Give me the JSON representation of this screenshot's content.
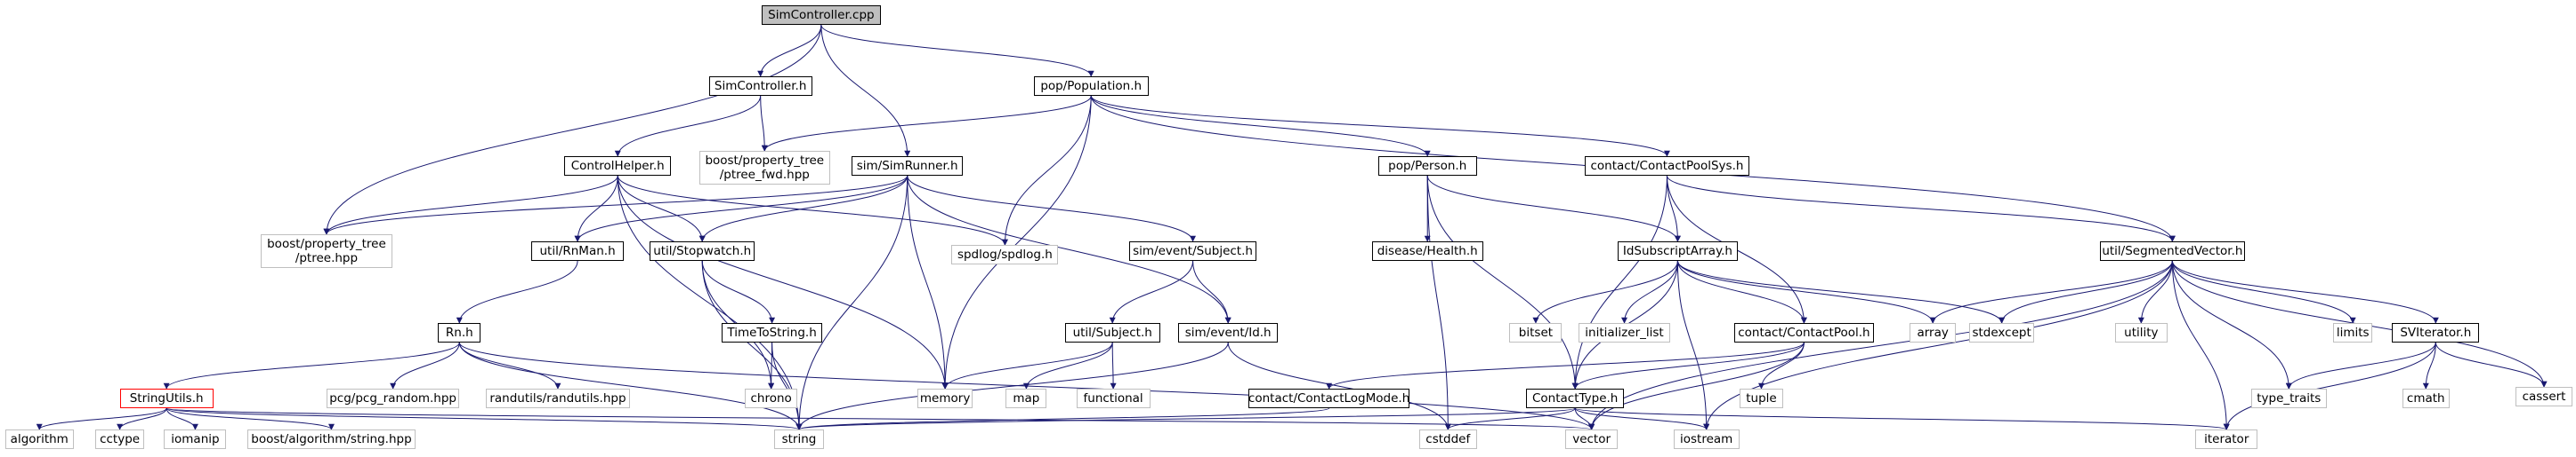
{
  "colors": {
    "edge": "#191970",
    "root_fill": "#bfbfbf",
    "header_border": "#000000",
    "external_border": "#bfbfbf",
    "warning_border": "#ff0000"
  },
  "nodes": {
    "simcontroller_cpp": "SimController.cpp",
    "simcontroller_h": "SimController.h",
    "pop_population_h": "pop/Population.h",
    "boost_ptree_fwd": [
      "boost/property_tree",
      "/ptree_fwd.hpp"
    ],
    "controlhelper_h": "ControlHelper.h",
    "sim_simrunner_h": "sim/SimRunner.h",
    "pop_person_h": "pop/Person.h",
    "contact_contactpoolsys_h": "contact/ContactPoolSys.h",
    "boost_ptree": [
      "boost/property_tree",
      "/ptree.hpp"
    ],
    "util_rnman_h": "util/RnMan.h",
    "util_stopwatch_h": "util/Stopwatch.h",
    "spdlog": "spdlog/spdlog.h",
    "sim_event_subject_h": "sim/event/Subject.h",
    "disease_health_h": "disease/Health.h",
    "idsubscriptarray_h": "IdSubscriptArray.h",
    "util_segmentedvector_h": "util/SegmentedVector.h",
    "rn_h": "Rn.h",
    "timetostring_h": "TimeToString.h",
    "util_subject_h": "util/Subject.h",
    "sim_event_id_h": "sim/event/Id.h",
    "bitset": "bitset",
    "initializer_list": "initializer_list",
    "contact_contactpool_h": "contact/ContactPool.h",
    "array": "array",
    "stdexcept": "stdexcept",
    "utility": "utility",
    "limits": "limits",
    "sviterator_h": "SVIterator.h",
    "cassert": "cassert",
    "stringutils_h": "StringUtils.h",
    "pcg_random": "pcg/pcg_random.hpp",
    "randutils": "randutils/randutils.hpp",
    "chrono": "chrono",
    "memory": "memory",
    "map": "map",
    "functional": "functional",
    "contact_contactlogmode_h": "contact/ContactLogMode.h",
    "tuple": "tuple",
    "contacttype_h": "ContactType.h",
    "type_traits": "type_traits",
    "cmath": "cmath",
    "algorithm": "algorithm",
    "cctype": "cctype",
    "iomanip": "iomanip",
    "boost_algorithm_string": "boost/algorithm/string.hpp",
    "string": "string",
    "cstddef": "cstddef",
    "vector": "vector",
    "iostream": "iostream",
    "iterator": "iterator"
  },
  "edges": [
    [
      "simcontroller_cpp",
      "simcontroller_h"
    ],
    [
      "simcontroller_cpp",
      "pop_population_h"
    ],
    [
      "simcontroller_cpp",
      "sim_simrunner_h"
    ],
    [
      "simcontroller_cpp",
      "boost_ptree"
    ],
    [
      "simcontroller_h",
      "controlhelper_h"
    ],
    [
      "simcontroller_h",
      "boost_ptree_fwd"
    ],
    [
      "controlhelper_h",
      "boost_ptree"
    ],
    [
      "controlhelper_h",
      "util_rnman_h"
    ],
    [
      "controlhelper_h",
      "util_stopwatch_h"
    ],
    [
      "controlhelper_h",
      "spdlog"
    ],
    [
      "controlhelper_h",
      "memory"
    ],
    [
      "controlhelper_h",
      "string"
    ],
    [
      "pop_population_h",
      "boost_ptree_fwd"
    ],
    [
      "pop_population_h",
      "spdlog"
    ],
    [
      "pop_population_h",
      "memory"
    ],
    [
      "pop_population_h",
      "pop_person_h"
    ],
    [
      "pop_population_h",
      "contact_contactpoolsys_h"
    ],
    [
      "pop_population_h",
      "util_segmentedvector_h"
    ],
    [
      "sim_simrunner_h",
      "boost_ptree"
    ],
    [
      "sim_simrunner_h",
      "util_rnman_h"
    ],
    [
      "sim_simrunner_h",
      "util_stopwatch_h"
    ],
    [
      "sim_simrunner_h",
      "sim_event_subject_h"
    ],
    [
      "sim_simrunner_h",
      "sim_event_id_h"
    ],
    [
      "sim_simrunner_h",
      "memory"
    ],
    [
      "sim_simrunner_h",
      "string"
    ],
    [
      "pop_person_h",
      "disease_health_h"
    ],
    [
      "pop_person_h",
      "idsubscriptarray_h"
    ],
    [
      "pop_person_h",
      "contacttype_h"
    ],
    [
      "pop_person_h",
      "cstddef"
    ],
    [
      "contact_contactpoolsys_h",
      "idsubscriptarray_h"
    ],
    [
      "contact_contactpoolsys_h",
      "contact_contactpool_h"
    ],
    [
      "contact_contactpoolsys_h",
      "contacttype_h"
    ],
    [
      "contact_contactpoolsys_h",
      "util_segmentedvector_h"
    ],
    [
      "util_rnman_h",
      "rn_h"
    ],
    [
      "util_stopwatch_h",
      "timetostring_h"
    ],
    [
      "util_stopwatch_h",
      "chrono"
    ],
    [
      "util_stopwatch_h",
      "string"
    ],
    [
      "sim_event_subject_h",
      "util_subject_h"
    ],
    [
      "sim_event_subject_h",
      "sim_event_id_h"
    ],
    [
      "idsubscriptarray_h",
      "bitset"
    ],
    [
      "idsubscriptarray_h",
      "initializer_list"
    ],
    [
      "idsubscriptarray_h",
      "array"
    ],
    [
      "idsubscriptarray_h",
      "stdexcept"
    ],
    [
      "idsubscriptarray_h",
      "contacttype_h"
    ],
    [
      "idsubscriptarray_h",
      "iostream"
    ],
    [
      "idsubscriptarray_h",
      "contact_contactpool_h"
    ],
    [
      "util_segmentedvector_h",
      "array"
    ],
    [
      "util_segmentedvector_h",
      "stdexcept"
    ],
    [
      "util_segmentedvector_h",
      "utility"
    ],
    [
      "util_segmentedvector_h",
      "limits"
    ],
    [
      "util_segmentedvector_h",
      "sviterator_h"
    ],
    [
      "util_segmentedvector_h",
      "cassert"
    ],
    [
      "util_segmentedvector_h",
      "type_traits"
    ],
    [
      "util_segmentedvector_h",
      "iterator"
    ],
    [
      "util_segmentedvector_h",
      "vector"
    ],
    [
      "util_segmentedvector_h",
      "iostream"
    ],
    [
      "rn_h",
      "stringutils_h"
    ],
    [
      "rn_h",
      "pcg_random"
    ],
    [
      "rn_h",
      "randutils"
    ],
    [
      "rn_h",
      "string"
    ],
    [
      "rn_h",
      "vector"
    ],
    [
      "timetostring_h",
      "chrono"
    ],
    [
      "timetostring_h",
      "string"
    ],
    [
      "util_subject_h",
      "memory"
    ],
    [
      "util_subject_h",
      "map"
    ],
    [
      "util_subject_h",
      "functional"
    ],
    [
      "sim_event_id_h",
      "string"
    ],
    [
      "sim_event_id_h",
      "cstddef"
    ],
    [
      "contact_contactpool_h",
      "contact_contactlogmode_h"
    ],
    [
      "contact_contactpool_h",
      "contacttype_h"
    ],
    [
      "contact_contactpool_h",
      "tuple"
    ],
    [
      "contact_contactpool_h",
      "vector"
    ],
    [
      "sviterator_h",
      "type_traits"
    ],
    [
      "sviterator_h",
      "cmath"
    ],
    [
      "sviterator_h",
      "cassert"
    ],
    [
      "sviterator_h",
      "iterator"
    ],
    [
      "stringutils_h",
      "algorithm"
    ],
    [
      "stringutils_h",
      "cctype"
    ],
    [
      "stringutils_h",
      "iomanip"
    ],
    [
      "stringutils_h",
      "boost_algorithm_string"
    ],
    [
      "stringutils_h",
      "string"
    ],
    [
      "stringutils_h",
      "vector"
    ],
    [
      "contact_contactlogmode_h",
      "string"
    ],
    [
      "contacttype_h",
      "string"
    ],
    [
      "contacttype_h",
      "cstddef"
    ],
    [
      "contacttype_h",
      "vector"
    ],
    [
      "contacttype_h",
      "iostream"
    ],
    [
      "contacttype_h",
      "iterator"
    ]
  ]
}
